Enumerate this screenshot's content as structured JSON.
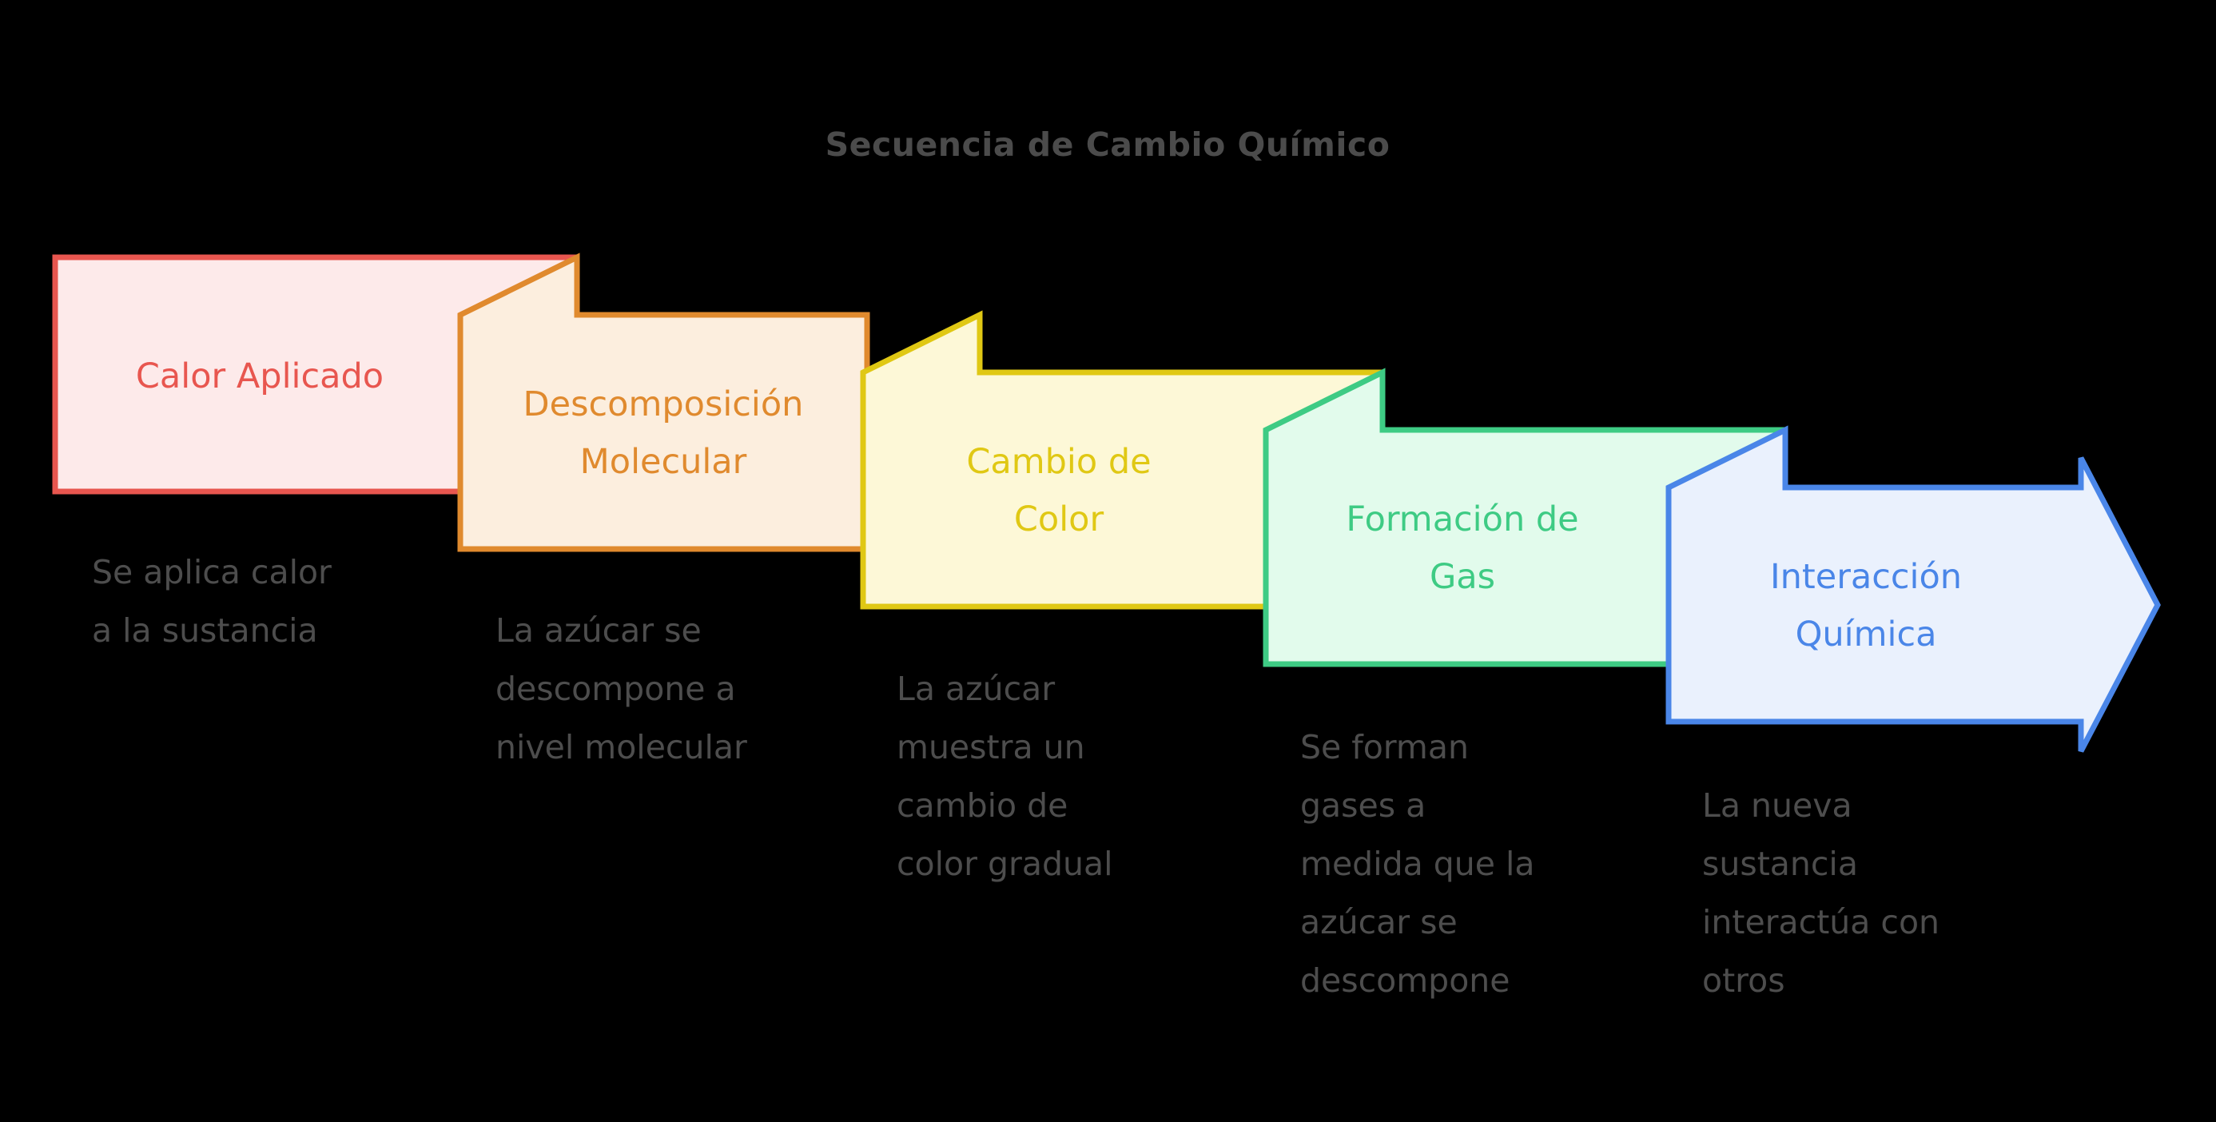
{
  "title": "Secuencia de Cambio Químico",
  "background_color": "#000000",
  "title_color": "#4b4b4b",
  "caption_color": "#4d4d4d",
  "chart_data": {
    "type": "diagram",
    "diagram_kind": "chevron-process-flow",
    "title": "Secuencia de Cambio Químico",
    "direction": "left-to-right descending staircase",
    "step_count": 5,
    "steps": [
      {
        "index": 1,
        "label": "Calor Aplicado",
        "caption": "Se aplica calor a la sustancia",
        "stroke": "#E8564F",
        "fill": "#FDEAEA",
        "text_color": "#E8564F",
        "shape": "rectangle"
      },
      {
        "index": 2,
        "label": "Descomposición Molecular",
        "caption": "La azúcar se descompone a nivel molecular",
        "stroke": "#E08A2E",
        "fill": "#FCEEDE",
        "text_color": "#E08A2E",
        "shape": "notched-rectangle"
      },
      {
        "index": 3,
        "label": "Cambio de Color",
        "caption": "La azúcar muestra un cambio de color gradual",
        "stroke": "#E0C814",
        "fill": "#FDF8D7",
        "text_color": "#E0C814",
        "shape": "notched-rectangle"
      },
      {
        "index": 4,
        "label": "Formación de Gas",
        "caption": "Se forman gases a medida que la azúcar se descompone",
        "stroke": "#3ECB84",
        "fill": "#E2FBEC",
        "text_color": "#3ECB84",
        "shape": "notched-rectangle"
      },
      {
        "index": 5,
        "label": "Interacción Química",
        "caption": "La nueva sustancia interactúa con otros",
        "stroke": "#4A86E8",
        "fill": "#EAF1FD",
        "text_color": "#4A86E8",
        "shape": "notched-arrow"
      }
    ]
  },
  "steps": [
    {
      "label_line1": "Calor Aplicado",
      "label_line2": "",
      "caption_lines": [
        "Se aplica calor",
        "a la sustancia"
      ]
    },
    {
      "label_line1": "Descomposición",
      "label_line2": "Molecular",
      "caption_lines": [
        "La azúcar se",
        "descompone a",
        "nivel molecular"
      ]
    },
    {
      "label_line1": "Cambio de",
      "label_line2": "Color",
      "caption_lines": [
        "La azúcar",
        "muestra un",
        "cambio de",
        "color gradual"
      ]
    },
    {
      "label_line1": "Formación de",
      "label_line2": "Gas",
      "caption_lines": [
        "Se forman",
        "gases a",
        "medida que la",
        "azúcar se",
        "descompone"
      ]
    },
    {
      "label_line1": "Interacción",
      "label_line2": "Química",
      "caption_lines": [
        "La nueva",
        "sustancia",
        "interactúa con",
        "otros"
      ]
    }
  ]
}
